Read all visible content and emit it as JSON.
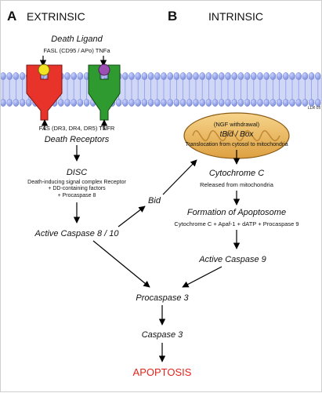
{
  "panel_a": {
    "letter": "A",
    "title": "EXTRINSIC"
  },
  "panel_b": {
    "letter": "B",
    "title": "INTRINSIC"
  },
  "death_ligand": {
    "label": "Death Ligand",
    "examples": "FASL (CD95 / APo) TNFa"
  },
  "death_receptors": {
    "examples": "FAS (DR3, DR4, DR5) TNFR",
    "label": "Death Receptors"
  },
  "membrane_credit": "LLR 05",
  "disc": {
    "title": "DISC",
    "lines": [
      "Death-inducing signal complex Receptor",
      "+ DD-containing factors",
      "+ Procaspase 8"
    ]
  },
  "active_caspase_8_10": "Active Caspase 8 / 10",
  "bid": "Bid",
  "mitochondrion": {
    "trigger": "(NGF withdrawal)",
    "title": "tBid / Box",
    "detail": "Translocation from cytosol to mitochondria"
  },
  "cytochrome_c": {
    "title": "Cytochrome C",
    "detail": "Released from mitochondria"
  },
  "apoptosome": {
    "title": "Formation of Apoptosome",
    "detail": "Cytochrome C + Apaf-1 + dATP + Procaspase 9"
  },
  "active_caspase_9": "Active Caspase 9",
  "procaspase_3": "Procaspase 3",
  "caspase_3": "Caspase 3",
  "apoptosis": "APOPTOSIS",
  "colors": {
    "membrane": "#8b9ce6",
    "membrane_dark": "#5f72c6",
    "receptor_red": "#e8332a",
    "receptor_green": "#2f9a2f",
    "ligand_yellow": "#f2e323",
    "ligand_purple": "#9b4fb3",
    "mitochondrion": "#e8b553",
    "apoptosis": "#e1251b"
  }
}
